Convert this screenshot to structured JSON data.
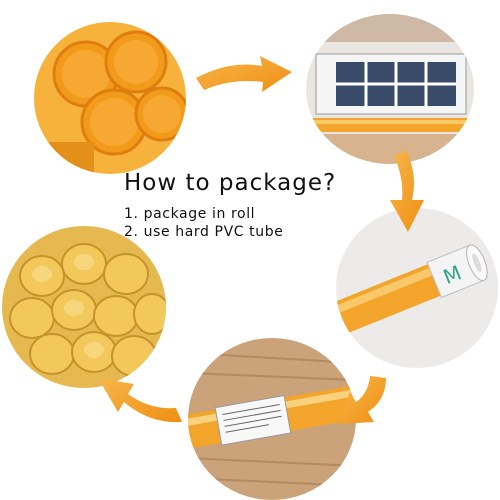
{
  "headline": "How to package?",
  "steps": [
    "1. package in roll",
    "2. use hard PVC tube"
  ],
  "photos": [
    {
      "subject": "yellow PVC tube openings",
      "icon": "tube-ends-photo"
    },
    {
      "subject": "film roll over tube",
      "icon": "film-roll-photo"
    },
    {
      "subject": "film rolled inside tube",
      "icon": "tube-roll-photo"
    },
    {
      "subject": "labeled PVC tube",
      "icon": "labeled-tube-photo"
    },
    {
      "subject": "bundle of yellow tubes",
      "icon": "tube-bundle-photo"
    }
  ],
  "colors": {
    "tube": "#f2a52a",
    "tube_dark": "#d9861a",
    "arrow": "#f39a1e",
    "wood": "#caa37a",
    "wood_dark": "#a9825c"
  }
}
